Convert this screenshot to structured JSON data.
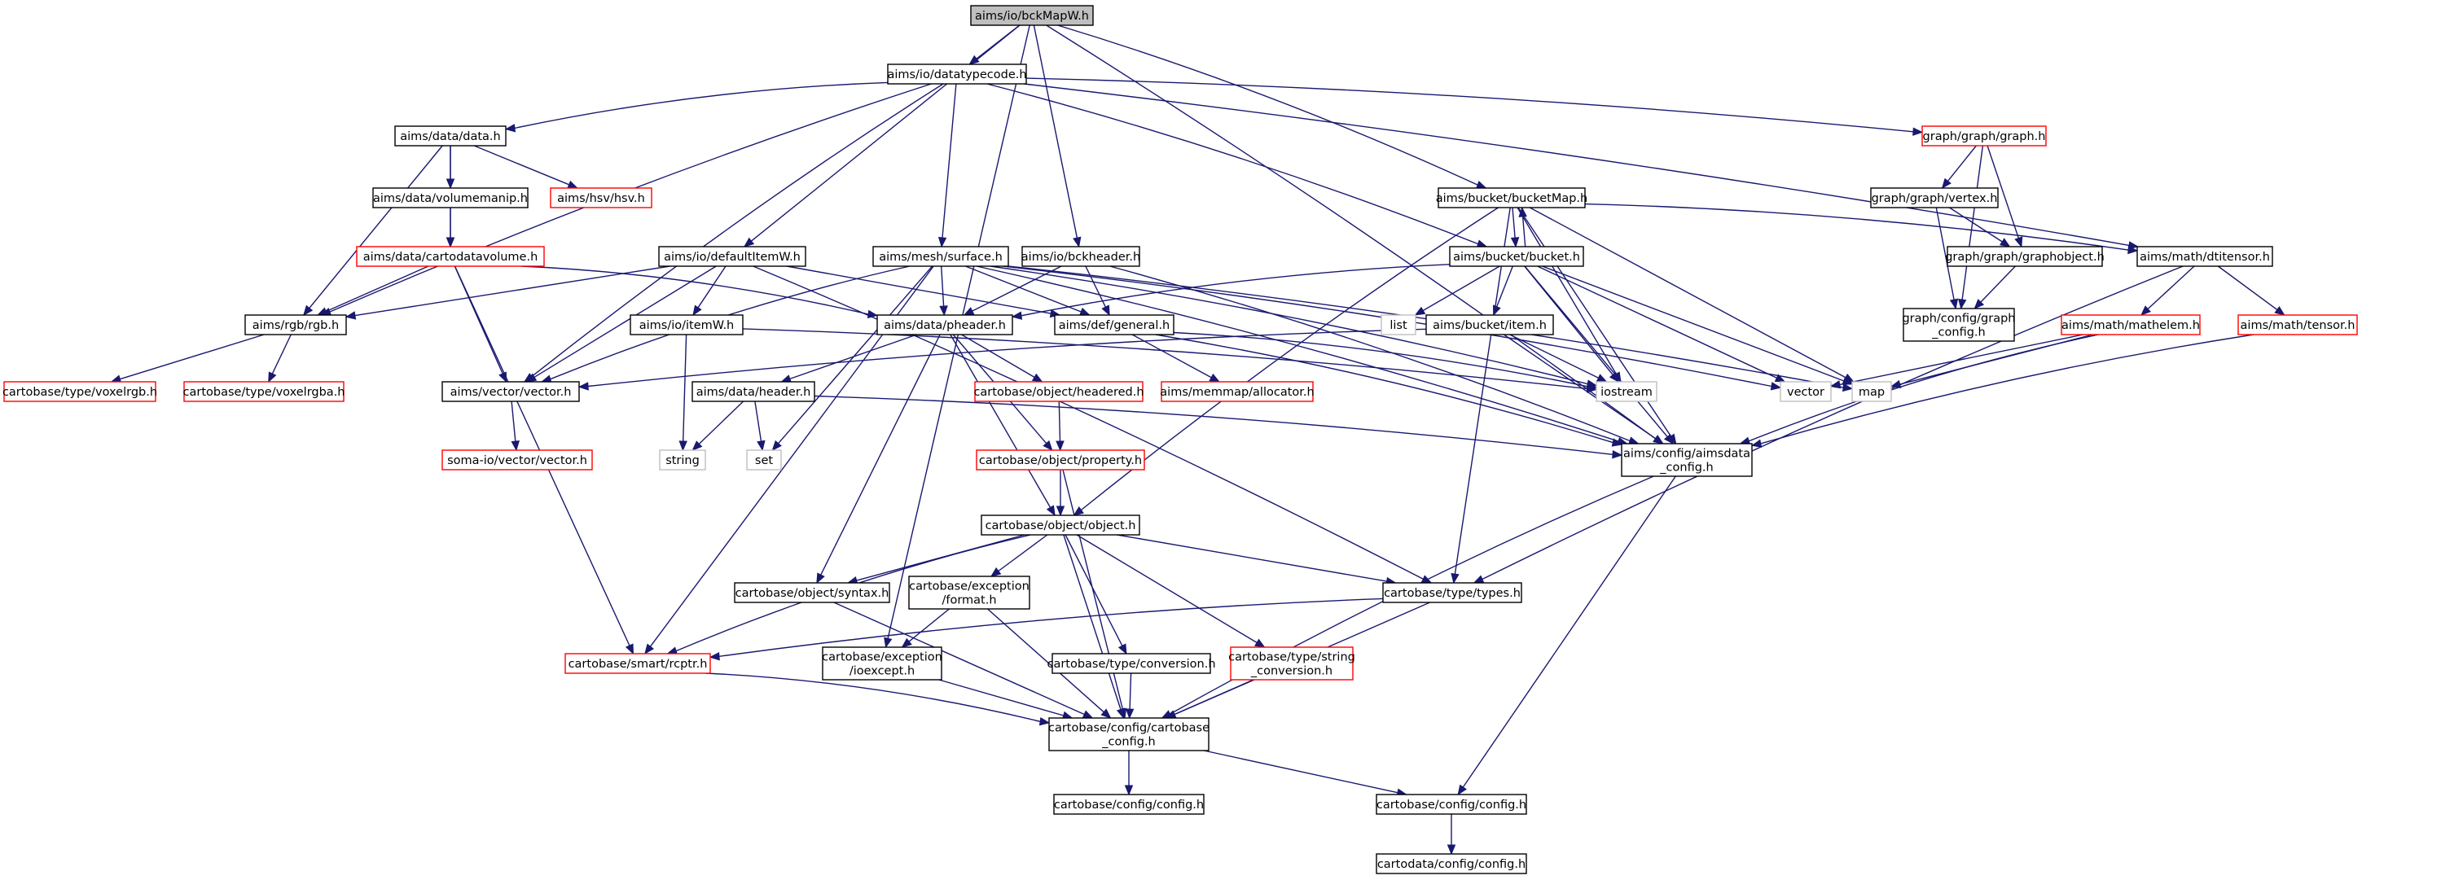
{
  "colors": {
    "edge": "#191970",
    "border_normal": "#000000",
    "border_truncated": "#ff0000",
    "border_external": "#bfbfbf",
    "root_fill": "#bfbfbf",
    "text_normal": "#000000",
    "text_truncated": "#000000",
    "text_external": "#000000"
  },
  "graph": {
    "root": "bckMapW",
    "nodes": [
      {
        "id": "bckMapW",
        "lines": [
          "aims/io/bckMapW.h"
        ],
        "kind": "root"
      },
      {
        "id": "datatypecode",
        "lines": [
          "aims/io/datatypecode.h"
        ],
        "kind": "normal"
      },
      {
        "id": "data",
        "lines": [
          "aims/data/data.h"
        ],
        "kind": "normal"
      },
      {
        "id": "volumemanip",
        "lines": [
          "aims/data/volumemanip.h"
        ],
        "kind": "normal"
      },
      {
        "id": "hsv",
        "lines": [
          "aims/hsv/hsv.h"
        ],
        "kind": "truncated"
      },
      {
        "id": "cartodatavolume",
        "lines": [
          "aims/data/cartodatavolume.h"
        ],
        "kind": "truncated"
      },
      {
        "id": "rgb",
        "lines": [
          "aims/rgb/rgb.h"
        ],
        "kind": "normal"
      },
      {
        "id": "voxelrgb",
        "lines": [
          "cartobase/type/voxelrgb.h"
        ],
        "kind": "truncated"
      },
      {
        "id": "voxelrgba",
        "lines": [
          "cartobase/type/voxelrgba.h"
        ],
        "kind": "truncated"
      },
      {
        "id": "vectorh",
        "lines": [
          "aims/vector/vector.h"
        ],
        "kind": "normal"
      },
      {
        "id": "somavector",
        "lines": [
          "soma-io/vector/vector.h"
        ],
        "kind": "truncated"
      },
      {
        "id": "defaultItemW",
        "lines": [
          "aims/io/defaultItemW.h"
        ],
        "kind": "normal"
      },
      {
        "id": "itemW",
        "lines": [
          "aims/io/itemW.h"
        ],
        "kind": "normal"
      },
      {
        "id": "surface",
        "lines": [
          "aims/mesh/surface.h"
        ],
        "kind": "normal"
      },
      {
        "id": "bckheader",
        "lines": [
          "aims/io/bckheader.h"
        ],
        "kind": "normal"
      },
      {
        "id": "pheader",
        "lines": [
          "aims/data/pheader.h"
        ],
        "kind": "normal"
      },
      {
        "id": "general",
        "lines": [
          "aims/def/general.h"
        ],
        "kind": "normal"
      },
      {
        "id": "dataheader",
        "lines": [
          "aims/data/header.h"
        ],
        "kind": "normal"
      },
      {
        "id": "headered",
        "lines": [
          "cartobase/object/headered.h"
        ],
        "kind": "truncated"
      },
      {
        "id": "allocator",
        "lines": [
          "aims/memmap/allocator.h"
        ],
        "kind": "truncated"
      },
      {
        "id": "property",
        "lines": [
          "cartobase/object/property.h"
        ],
        "kind": "truncated"
      },
      {
        "id": "string",
        "lines": [
          "string"
        ],
        "kind": "external"
      },
      {
        "id": "set",
        "lines": [
          "set"
        ],
        "kind": "external"
      },
      {
        "id": "object",
        "lines": [
          "cartobase/object/object.h"
        ],
        "kind": "normal"
      },
      {
        "id": "syntax",
        "lines": [
          "cartobase/object/syntax.h"
        ],
        "kind": "normal"
      },
      {
        "id": "format",
        "lines": [
          "cartobase/exception",
          "/format.h"
        ],
        "kind": "normal"
      },
      {
        "id": "ioexcept",
        "lines": [
          "cartobase/exception",
          "/ioexcept.h"
        ],
        "kind": "normal"
      },
      {
        "id": "rcptr",
        "lines": [
          "cartobase/smart/rcptr.h"
        ],
        "kind": "truncated"
      },
      {
        "id": "conversion",
        "lines": [
          "cartobase/type/conversion.h"
        ],
        "kind": "normal"
      },
      {
        "id": "stringconv",
        "lines": [
          "cartobase/type/string",
          "_conversion.h"
        ],
        "kind": "truncated"
      },
      {
        "id": "types",
        "lines": [
          "cartobase/type/types.h"
        ],
        "kind": "normal"
      },
      {
        "id": "cartobaseconfig",
        "lines": [
          "cartobase/config/cartobase",
          "_config.h"
        ],
        "kind": "normal"
      },
      {
        "id": "configA",
        "lines": [
          "cartobase/config/config.h"
        ],
        "kind": "normal"
      },
      {
        "id": "configB",
        "lines": [
          "cartobase/config/config.h"
        ],
        "kind": "normal"
      },
      {
        "id": "cartodataconfig",
        "lines": [
          "cartodata/config/config.h"
        ],
        "kind": "normal"
      },
      {
        "id": "bucketMap",
        "lines": [
          "aims/bucket/bucketMap.h"
        ],
        "kind": "normal"
      },
      {
        "id": "bucket",
        "lines": [
          "aims/bucket/bucket.h"
        ],
        "kind": "normal"
      },
      {
        "id": "list",
        "lines": [
          "list"
        ],
        "kind": "external"
      },
      {
        "id": "item",
        "lines": [
          "aims/bucket/item.h"
        ],
        "kind": "normal"
      },
      {
        "id": "iostream",
        "lines": [
          "iostream"
        ],
        "kind": "external"
      },
      {
        "id": "aimsdataconfig",
        "lines": [
          "aims/config/aimsdata",
          "_config.h"
        ],
        "kind": "normal"
      },
      {
        "id": "graph",
        "lines": [
          "graph/graph/graph.h"
        ],
        "kind": "truncated"
      },
      {
        "id": "vertex",
        "lines": [
          "graph/graph/vertex.h"
        ],
        "kind": "normal"
      },
      {
        "id": "graphobject",
        "lines": [
          "graph/graph/graphobject.h"
        ],
        "kind": "normal"
      },
      {
        "id": "graphconfig",
        "lines": [
          "graph/config/graph",
          "_config.h"
        ],
        "kind": "normal"
      },
      {
        "id": "dtitensor",
        "lines": [
          "aims/math/dtitensor.h"
        ],
        "kind": "normal"
      },
      {
        "id": "mathelem",
        "lines": [
          "aims/math/mathelem.h"
        ],
        "kind": "truncated"
      },
      {
        "id": "tensor",
        "lines": [
          "aims/math/tensor.h"
        ],
        "kind": "truncated"
      },
      {
        "id": "vector",
        "lines": [
          "vector"
        ],
        "kind": "external"
      },
      {
        "id": "map",
        "lines": [
          "map"
        ],
        "kind": "external"
      }
    ],
    "edges": [
      [
        "bckMapW",
        "datatypecode"
      ],
      [
        "bckMapW",
        "defaultItemW"
      ],
      [
        "bckMapW",
        "bckheader"
      ],
      [
        "bckMapW",
        "ioexcept"
      ],
      [
        "bckMapW",
        "bucketMap"
      ],
      [
        "bckMapW",
        "aimsdataconfig"
      ],
      [
        "datatypecode",
        "data"
      ],
      [
        "datatypecode",
        "rgb"
      ],
      [
        "datatypecode",
        "vectorh"
      ],
      [
        "datatypecode",
        "surface"
      ],
      [
        "datatypecode",
        "bucket"
      ],
      [
        "datatypecode",
        "graph"
      ],
      [
        "datatypecode",
        "dtitensor"
      ],
      [
        "data",
        "volumemanip"
      ],
      [
        "data",
        "hsv"
      ],
      [
        "data",
        "cartodatavolume"
      ],
      [
        "data",
        "rgb"
      ],
      [
        "volumemanip",
        "cartodatavolume"
      ],
      [
        "cartodatavolume",
        "rgb"
      ],
      [
        "cartodatavolume",
        "vectorh"
      ],
      [
        "cartodatavolume",
        "rcptr"
      ],
      [
        "cartodatavolume",
        "pheader"
      ],
      [
        "rgb",
        "voxelrgb"
      ],
      [
        "rgb",
        "voxelrgba"
      ],
      [
        "vectorh",
        "somavector"
      ],
      [
        "defaultItemW",
        "itemW"
      ],
      [
        "defaultItemW",
        "rgb"
      ],
      [
        "defaultItemW",
        "vectorh"
      ],
      [
        "defaultItemW",
        "general"
      ],
      [
        "defaultItemW",
        "types"
      ],
      [
        "itemW",
        "string"
      ],
      [
        "itemW",
        "iostream"
      ],
      [
        "surface",
        "vectorh"
      ],
      [
        "surface",
        "pheader"
      ],
      [
        "surface",
        "general"
      ],
      [
        "surface",
        "rcptr"
      ],
      [
        "surface",
        "set"
      ],
      [
        "surface",
        "aimsdataconfig"
      ],
      [
        "surface",
        "map"
      ],
      [
        "surface",
        "vector"
      ],
      [
        "surface",
        "iostream"
      ],
      [
        "bckheader",
        "pheader"
      ],
      [
        "bckheader",
        "general"
      ],
      [
        "bckheader",
        "aimsdataconfig"
      ],
      [
        "pheader",
        "dataheader"
      ],
      [
        "pheader",
        "headered"
      ],
      [
        "pheader",
        "property"
      ],
      [
        "pheader",
        "object"
      ],
      [
        "pheader",
        "syntax"
      ],
      [
        "general",
        "allocator"
      ],
      [
        "general",
        "aimsdataconfig"
      ],
      [
        "general",
        "iostream"
      ],
      [
        "dataheader",
        "string"
      ],
      [
        "dataheader",
        "set"
      ],
      [
        "dataheader",
        "aimsdataconfig"
      ],
      [
        "headered",
        "property"
      ],
      [
        "property",
        "object"
      ],
      [
        "property",
        "cartobaseconfig"
      ],
      [
        "object",
        "syntax"
      ],
      [
        "object",
        "format"
      ],
      [
        "object",
        "rcptr"
      ],
      [
        "object",
        "conversion"
      ],
      [
        "object",
        "stringconv"
      ],
      [
        "object",
        "types"
      ],
      [
        "object",
        "cartobaseconfig"
      ],
      [
        "syntax",
        "cartobaseconfig"
      ],
      [
        "format",
        "ioexcept"
      ],
      [
        "format",
        "cartobaseconfig"
      ],
      [
        "ioexcept",
        "cartobaseconfig"
      ],
      [
        "rcptr",
        "cartobaseconfig"
      ],
      [
        "conversion",
        "cartobaseconfig"
      ],
      [
        "stringconv",
        "cartobaseconfig"
      ],
      [
        "types",
        "rcptr"
      ],
      [
        "types",
        "cartobaseconfig"
      ],
      [
        "cartobaseconfig",
        "configA"
      ],
      [
        "cartobaseconfig",
        "configB"
      ],
      [
        "configB",
        "cartodataconfig"
      ],
      [
        "bucketMap",
        "bucket"
      ],
      [
        "bucketMap",
        "types"
      ],
      [
        "bucketMap",
        "object"
      ],
      [
        "bucketMap",
        "iostream"
      ],
      [
        "bucketMap",
        "map"
      ],
      [
        "bucketMap",
        "aimsdataconfig"
      ],
      [
        "bucketMap",
        "dtitensor"
      ],
      [
        "bucket",
        "bucketMap"
      ],
      [
        "bucket",
        "list"
      ],
      [
        "bucket",
        "item"
      ],
      [
        "bucket",
        "pheader"
      ],
      [
        "bucket",
        "iostream"
      ],
      [
        "bucket",
        "map"
      ],
      [
        "bucket",
        "aimsdataconfig"
      ],
      [
        "bucket",
        "vector"
      ],
      [
        "item",
        "vectorh"
      ],
      [
        "item",
        "iostream"
      ],
      [
        "item",
        "aimsdataconfig"
      ],
      [
        "aimsdataconfig",
        "configB"
      ],
      [
        "aimsdataconfig",
        "cartobaseconfig"
      ],
      [
        "graph",
        "vertex"
      ],
      [
        "graph",
        "graphobject"
      ],
      [
        "graph",
        "graphconfig"
      ],
      [
        "vertex",
        "graphobject"
      ],
      [
        "vertex",
        "graphconfig"
      ],
      [
        "graphobject",
        "graphconfig"
      ],
      [
        "dtitensor",
        "mathelem"
      ],
      [
        "dtitensor",
        "tensor"
      ],
      [
        "dtitensor",
        "types"
      ],
      [
        "mathelem",
        "vector"
      ],
      [
        "mathelem",
        "map"
      ],
      [
        "mathelem",
        "aimsdataconfig"
      ],
      [
        "tensor",
        "aimsdataconfig"
      ]
    ]
  }
}
